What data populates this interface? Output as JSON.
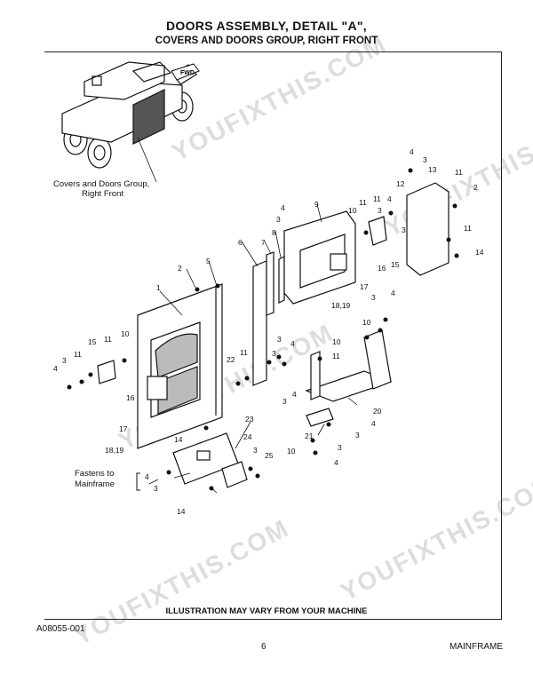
{
  "header": {
    "title": "DOORS ASSEMBLY, DETAIL \"A\",",
    "subtitle": "COVERS AND DOORS GROUP, RIGHT FRONT"
  },
  "figure": {
    "location_callout": "Covers and Doors Group,",
    "location_callout_2": "Right Front",
    "fwd_label": "FWD",
    "fastens_label_1": "Fastens to",
    "fastens_label_2": "Mainframe",
    "callouts": {
      "c1": "1",
      "c2a": "2",
      "c2b": "2",
      "c3a": "3",
      "c3b": "3",
      "c3c": "3",
      "c3d": "3",
      "c3e": "3",
      "c3f": "3",
      "c3g": "3",
      "c3h": "3",
      "c3i": "3",
      "c3j": "3",
      "c4a": "4",
      "c4b": "4",
      "c4c": "4",
      "c4d": "4",
      "c4e": "4",
      "c4f": "4",
      "c4g": "4",
      "c4h": "4",
      "c4i": "4",
      "c5": "5",
      "c6": "6",
      "c7": "7",
      "c8": "8",
      "c9": "9",
      "c10a": "10",
      "c10b": "10",
      "c10c": "10",
      "c10d": "10",
      "c10e": "10",
      "c11a": "11",
      "c11b": "11",
      "c11c": "11",
      "c11d": "11",
      "c11e": "11",
      "c11f": "11",
      "c11g": "11",
      "c11h": "11",
      "c12": "12",
      "c13": "13",
      "c14a": "14",
      "c14b": "14",
      "c14c": "14",
      "c15a": "15",
      "c15b": "15",
      "c16a": "16",
      "c16b": "16",
      "c17a": "17",
      "c17b": "17",
      "c1819a": "18,19",
      "c1819b": "18,19",
      "c20": "20",
      "c21": "21",
      "c22": "22",
      "c23": "23",
      "c24": "24",
      "c25": "25"
    }
  },
  "footer": {
    "note": "ILLUSTRATION MAY VARY FROM YOUR MACHINE",
    "figure_id": "A08055-001",
    "page_number": "6",
    "section": "MAINFRAME"
  },
  "watermark": "YOUFIXTHIS.COM"
}
